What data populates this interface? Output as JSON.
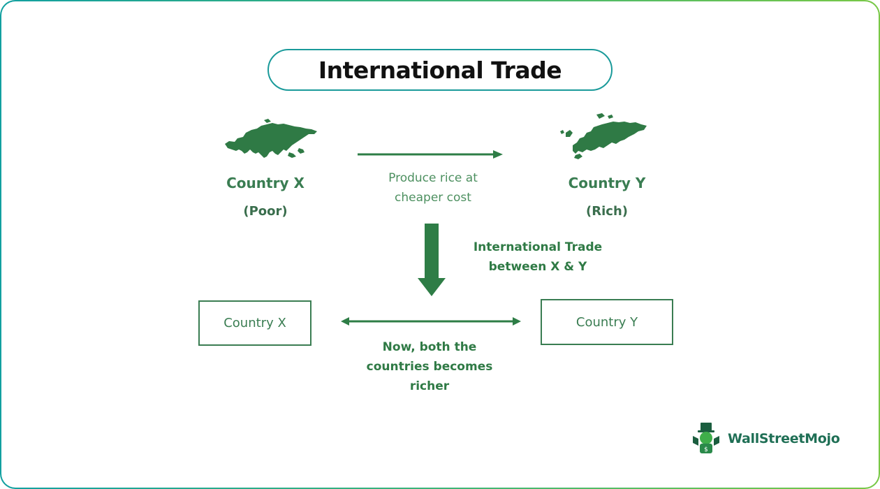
{
  "title": "International Trade",
  "top": {
    "left_country": "Country X",
    "left_status": "(Poor)",
    "right_country": "Country Y",
    "right_status": "(Rich)",
    "arrow_label_line1": "Produce rice at",
    "arrow_label_line2": "cheaper cost"
  },
  "middle": {
    "trade_label_line1": "International Trade",
    "trade_label_line2": "between X & Y"
  },
  "bottom": {
    "left_box": "Country X",
    "right_box": "Country Y",
    "result_line1": "Now, both the",
    "result_line2": "countries becomes",
    "result_line3": "richer"
  },
  "brand": {
    "name": "WallStreetMojo"
  },
  "colors": {
    "accent_green": "#3a7d52",
    "arrow_green": "#2e7d46",
    "border_teal": "#1a9a9a"
  },
  "icons": {
    "left_map": "asia-map-icon",
    "right_map": "europe-map-icon",
    "logo": "wallstreetmojo-mascot-icon"
  }
}
